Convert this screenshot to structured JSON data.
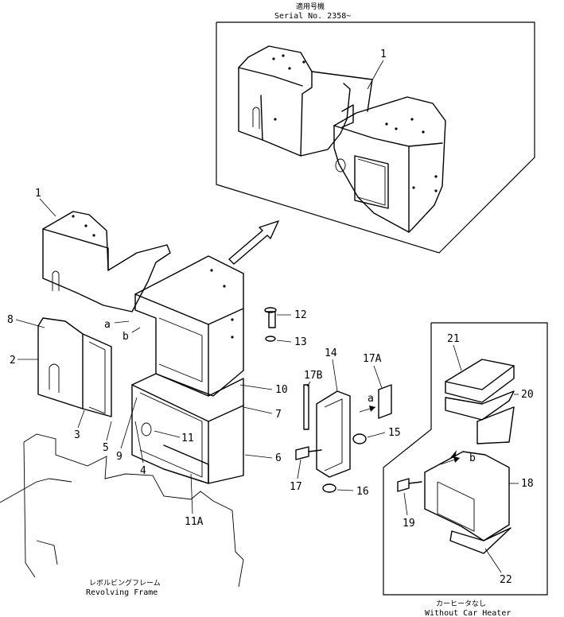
{
  "serial_box": {
    "title_jp": "適用号機",
    "title_en": "Serial No. 2358~"
  },
  "without_heater_box": {
    "caption_jp": "カーヒータなし",
    "caption_en": "Without Car Heater"
  },
  "revolving_frame": {
    "caption_jp": "レボルビングフレーム",
    "caption_en": "Revolving Frame"
  },
  "callouts": {
    "inset_1": "1",
    "p1": "1",
    "p2": "2",
    "p3": "3",
    "p4": "4",
    "p5": "5",
    "p6": "6",
    "p7": "7",
    "p8": "8",
    "p9": "9",
    "p10": "10",
    "p11": "11",
    "p11a": "11A",
    "p12": "12",
    "p13": "13",
    "p14": "14",
    "p15": "15",
    "p16": "16",
    "p17": "17",
    "p17a": "17A",
    "p17b": "17B",
    "p18": "18",
    "p19": "19",
    "p20": "20",
    "p21": "21",
    "p22": "22"
  },
  "markers": {
    "a_left": "a",
    "b_left": "b",
    "a_right": "a",
    "b_right": "b"
  }
}
